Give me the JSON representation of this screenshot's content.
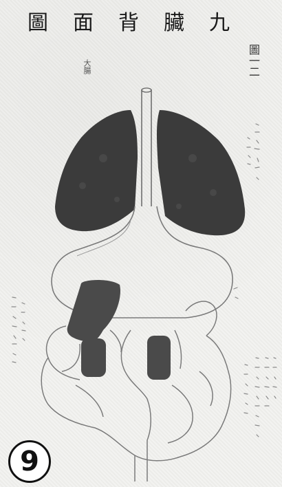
{
  "title_chars": [
    "九",
    "臟",
    "背",
    "面",
    "圖"
  ],
  "figure_label": "圖一二",
  "small_note": "大腸",
  "plate_number": "9",
  "colors": {
    "lung": "#3a3a3a",
    "organ_dark": "#4a4a4a",
    "line": "#777777"
  }
}
